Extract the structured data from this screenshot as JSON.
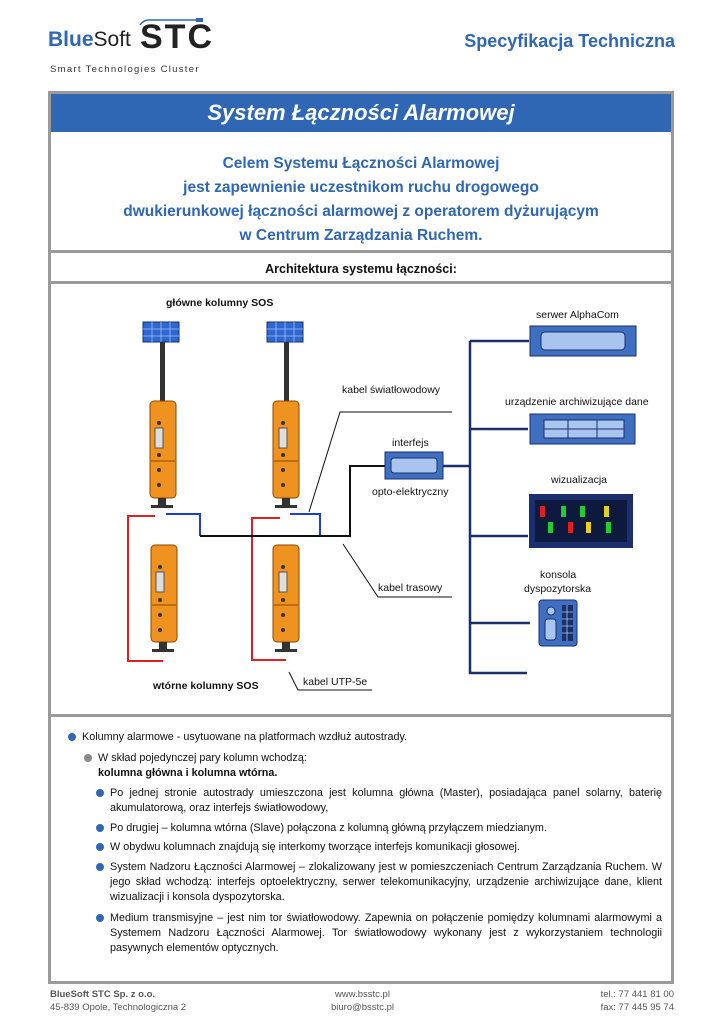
{
  "header": {
    "logo_blue": "Blue",
    "logo_soft": "Soft",
    "logo_stc": "STC",
    "logo_tagline": "Smart Technologies Cluster",
    "doc_type": "Specyfikacja Techniczna"
  },
  "title": "System Łączności Alarmowej",
  "intro_lines": [
    "Celem Systemu Łączności Alarmowej",
    "jest zapewnienie uczestnikom ruchu drogowego",
    "dwukierunkowej łączności alarmowej z operatorem dyżurującym",
    "w Centrum Zarządzania Ruchem."
  ],
  "architecture_heading": "Architektura systemu łączności:",
  "diagram": {
    "main_columns": "główne kolumny SOS",
    "secondary_columns": "wtórne kolumny SOS",
    "fiber_cable": "kabel światłowodowy",
    "interface": "interfejs",
    "opto": "opto-elektryczny",
    "route_cable": "kabel trasowy",
    "utp_cable": "kabel UTP-5e",
    "server": "serwer AlphaCom",
    "archive": "urządzenie archiwizujące dane",
    "visualization": "wizualizacja",
    "console_line1": "konsola",
    "console_line2": "dyspozytorska",
    "colors": {
      "fiber": "#1a2f6b",
      "red_cable": "#e02020",
      "blue_cable": "#1f3fd0",
      "column": "#f0921f",
      "device": "#3e6fc0"
    }
  },
  "bullets": {
    "b1": "Kolumny alarmowe - usytuowane na platformach wzdłuż autostrady.",
    "b2_line1": "W skład pojedynczej pary kolumn wchodzą:",
    "b2_line2": "kolumna główna i kolumna wtórna.",
    "b3": "Po jednej stronie autostrady umieszczona jest kolumna główna (Master), posiadająca panel solarny, baterię akumulatorową, oraz interfejs światłowodowy,",
    "b4": "Po drugiej – kolumna wtórna (Slave) połączona z kolumną główną przyłączem miedzianym.",
    "b5": "W obydwu kolumnach znajdują się interkomy tworzące interfejs komunikacji głosowej.",
    "b6": "System Nadzoru Łączności Alarmowej – zlokalizowany jest w pomieszczeniach Centrum Zarządzania Ruchem. W jego skład wchodzą: interfejs optoelektryczny, serwer telekomunikacyjny, urządzenie archiwizujące dane, klient wizualizacji i konsola dyspozytorska.",
    "b7": "Medium transmisyjne – jest nim tor światłowodowy. Zapewnia on połączenie pomiędzy kolumnami alarmowymi a Systemem Nadzoru Łączności Alarmowej. Tor światłowodowy wykonany jest z wykorzystaniem technologii pasywnych elementów optycznych."
  },
  "footer": {
    "company": "BlueSoft STC Sp. z o.o.",
    "address": "45-839 Opole, Technologiczna 2",
    "web": "www.bsstc.pl",
    "email": "biuro@bsstc.pl",
    "tel": "tel.: 77 441 81 00",
    "fax": "fax: 77 445 95 74"
  }
}
